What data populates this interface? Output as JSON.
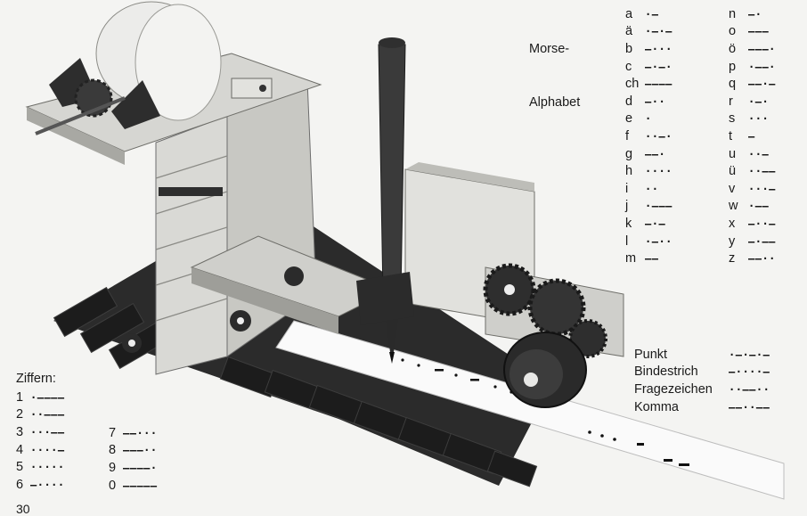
{
  "title": {
    "line1": "Morse-",
    "line2": "Alphabet"
  },
  "alphabet_left": [
    {
      "letter": "a",
      "code": "·–"
    },
    {
      "letter": "ä",
      "code": "·–·–"
    },
    {
      "letter": "b",
      "code": "–···"
    },
    {
      "letter": "c",
      "code": "–·–·"
    },
    {
      "letter": "ch",
      "code": "––––"
    },
    {
      "letter": "d",
      "code": "–··"
    },
    {
      "letter": "e",
      "code": "·"
    },
    {
      "letter": "f",
      "code": "··–·"
    },
    {
      "letter": "g",
      "code": "––·"
    },
    {
      "letter": "h",
      "code": "····"
    },
    {
      "letter": "i",
      "code": "··"
    },
    {
      "letter": "j",
      "code": "·–––"
    },
    {
      "letter": "k",
      "code": "–·–"
    },
    {
      "letter": "l",
      "code": "·–··"
    },
    {
      "letter": "m",
      "code": "––"
    }
  ],
  "alphabet_right": [
    {
      "letter": "n",
      "code": "–·"
    },
    {
      "letter": "o",
      "code": "–––"
    },
    {
      "letter": "ö",
      "code": "–––·"
    },
    {
      "letter": "p",
      "code": "·––·"
    },
    {
      "letter": "q",
      "code": "––·–"
    },
    {
      "letter": "r",
      "code": "·–·"
    },
    {
      "letter": "s",
      "code": "···"
    },
    {
      "letter": "t",
      "code": "–"
    },
    {
      "letter": "u",
      "code": "··–"
    },
    {
      "letter": "ü",
      "code": "··––"
    },
    {
      "letter": "v",
      "code": "···–"
    },
    {
      "letter": "w",
      "code": "·––"
    },
    {
      "letter": "x",
      "code": "–··–"
    },
    {
      "letter": "y",
      "code": "–·––"
    },
    {
      "letter": "z",
      "code": "––··"
    }
  ],
  "punctuation": [
    {
      "name": "Punkt",
      "code": "·–·–·–"
    },
    {
      "name": "Bindestrich",
      "code": "–····–"
    },
    {
      "name": "Fragezeichen",
      "code": "··––··"
    },
    {
      "name": "Komma",
      "code": "––··––"
    }
  ],
  "digits_heading": "Ziffern:",
  "digits_left": [
    {
      "digit": "1",
      "code": "·––––"
    },
    {
      "digit": "2",
      "code": "··–––"
    },
    {
      "digit": "3",
      "code": "···––"
    },
    {
      "digit": "4",
      "code": "····–"
    },
    {
      "digit": "5",
      "code": "·····"
    },
    {
      "digit": "6",
      "code": "–····"
    }
  ],
  "digits_right": [
    {
      "digit": "7",
      "code": "––···"
    },
    {
      "digit": "8",
      "code": "–––··"
    },
    {
      "digit": "9",
      "code": "––––·"
    },
    {
      "digit": "0",
      "code": "–––––"
    }
  ],
  "page_number": "30",
  "colors": {
    "paper": "#f4f4f2",
    "ink": "#1a1a1a",
    "plastic_dark": "#2a2a2a",
    "plastic_light": "#dcdcd8"
  }
}
